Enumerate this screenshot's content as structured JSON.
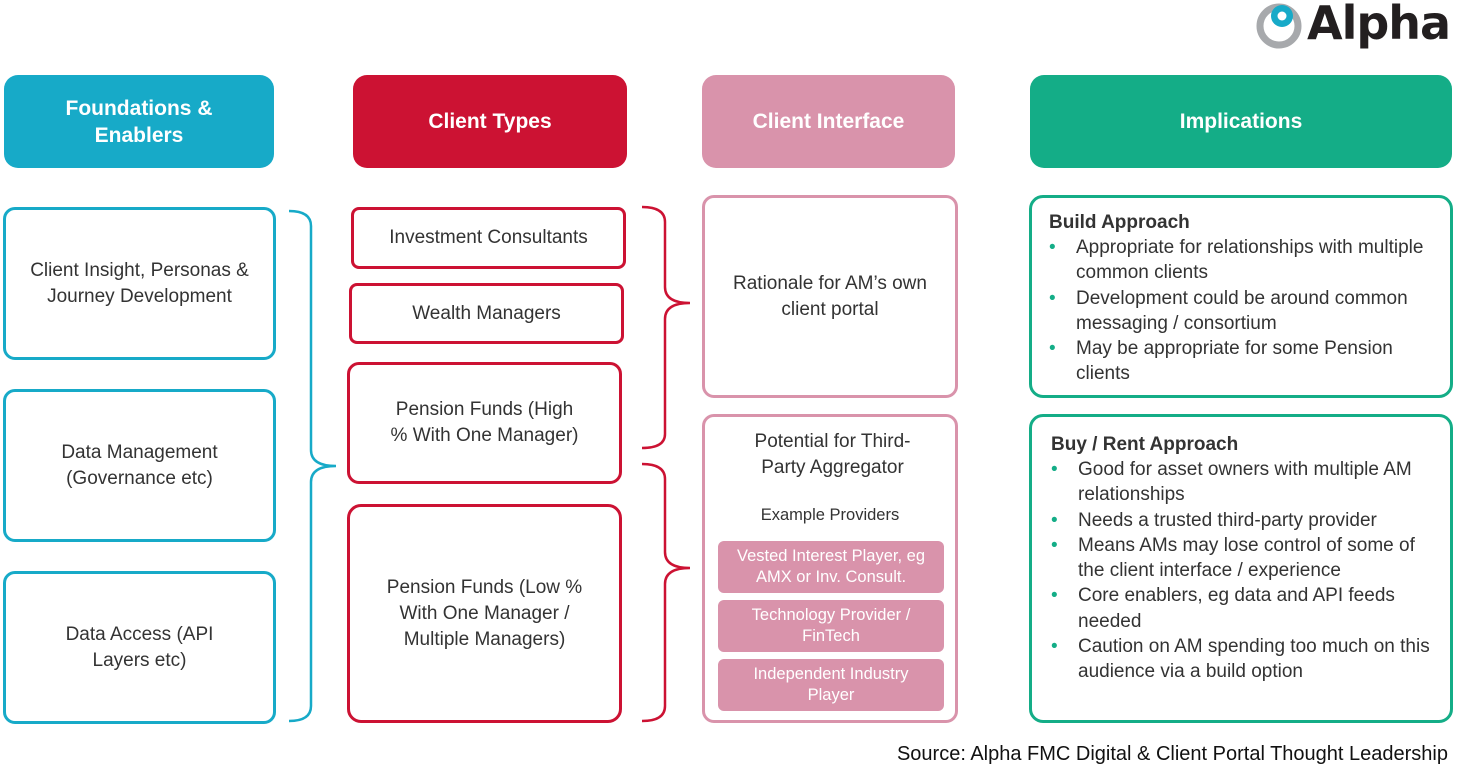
{
  "logo": {
    "text": "Alpha"
  },
  "headers": {
    "foundations": "Foundations  & Enablers",
    "client_types": "Client Types",
    "client_interface": "Client Interface",
    "implications": "Implications"
  },
  "foundations": [
    "Client Insight, Personas & Journey Development",
    "Data Management (Governance etc)",
    "Data  Access (API Layers etc)"
  ],
  "client_types": [
    "Investment Consultants",
    "Wealth Managers",
    "Pension Funds (High % With One Manager)",
    "Pension Funds (Low % With One Manager / Multiple Managers)"
  ],
  "client_interface": {
    "rationale": "Rationale for AM’s own client portal",
    "aggregator": "Potential for Third-Party Aggregator",
    "example_label": "Example Providers",
    "providers": [
      "Vested Interest Player, eg AMX or Inv. Consult.",
      "Technology Provider / FinTech",
      "Independent Industry Player"
    ]
  },
  "implications": {
    "build": {
      "title": "Build Approach",
      "items": [
        "Appropriate for relationships with multiple common clients",
        "Development could be  around common messaging / consortium",
        "May be appropriate for some Pension clients"
      ]
    },
    "buy": {
      "title": "Buy / Rent Approach",
      "items": [
        "Good for asset owners with multiple AM relationships",
        "Needs a trusted third-party provider",
        "Means AMs may lose control of some of the client interface / experience",
        "Core enablers, eg data and API feeds needed",
        "Caution on AM spending too much on this audience via a build option"
      ]
    }
  },
  "bullet": "•",
  "source": "Source: Alpha FMC Digital & Client Portal Thought Leadership",
  "colors": {
    "teal": "#17aac8",
    "red": "#cc1233",
    "pink": "#d993ab",
    "green": "#14ad87",
    "logo_grey": "#a7a9ac"
  }
}
